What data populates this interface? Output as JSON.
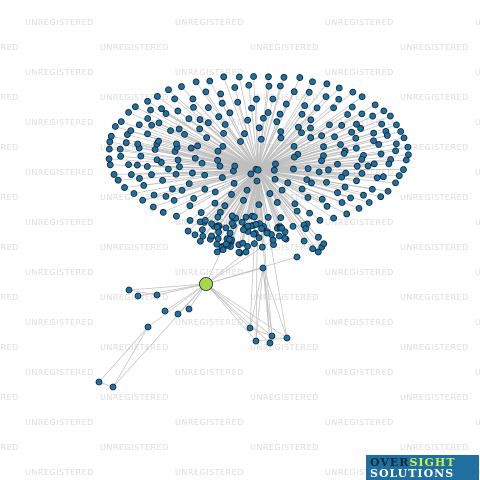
{
  "watermark": {
    "text": "UNREGISTERED"
  },
  "graph": {
    "node_color": "#1f6f9f",
    "node_stroke": "#0a2436",
    "focus_color": "#a6d84b",
    "edge_color": "#bfbfbf"
  },
  "logo": {
    "line1_part1": "OVER",
    "line1_part2": "SIGHT",
    "line2": "SOLUTIONS",
    "bg_color": "#1f6f9f"
  }
}
